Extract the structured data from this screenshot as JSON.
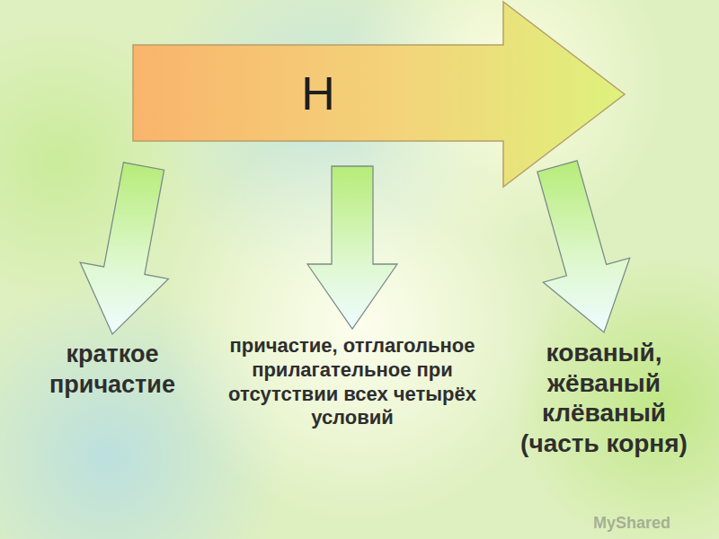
{
  "diagram": {
    "nodes": [
      {
        "text": [
          "Н"
        ]
      },
      {
        "text": [
          "краткое причастие"
        ]
      },
      {
        "text": [
          "причастие, отглагольное прилагательное при отсутствии всех четырёх условий"
        ]
      },
      {
        "text": [
          "кованый, жёваный клёваный (часть корня)"
        ]
      }
    ],
    "edges": [
      {
        "from": 0,
        "to": 1,
        "arrow": "to"
      },
      {
        "from": 0,
        "to": 2,
        "arrow": "to"
      },
      {
        "from": 0,
        "to": 3,
        "arrow": "to"
      }
    ],
    "labels": [
      "MyShared"
    ]
  }
}
